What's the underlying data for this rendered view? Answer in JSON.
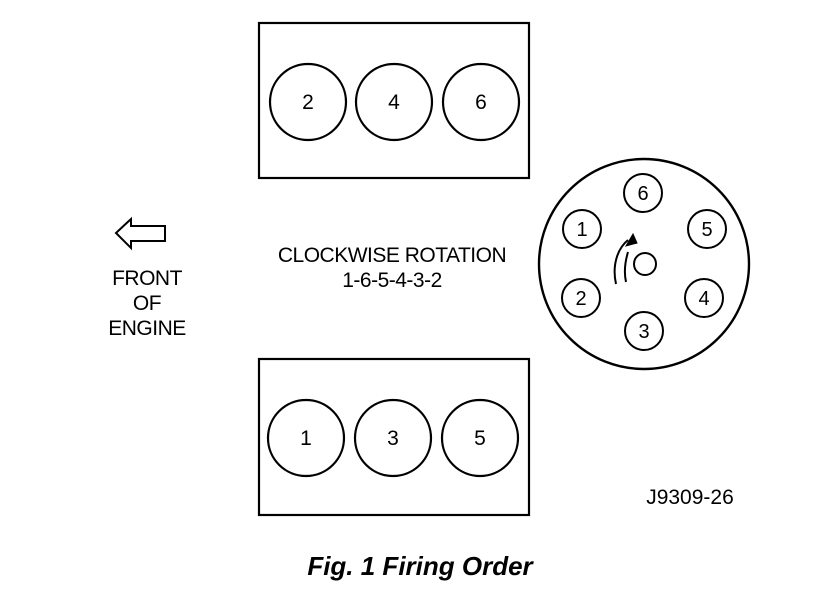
{
  "diagram": {
    "upper_bank": {
      "cylinders": [
        "2",
        "4",
        "6"
      ]
    },
    "lower_bank": {
      "cylinders": [
        "1",
        "3",
        "5"
      ]
    },
    "front_label": {
      "line1": "FRONT",
      "line2": "OF",
      "line3": "ENGINE"
    },
    "rotation": {
      "line1": "CLOCKWISE ROTATION",
      "line2": "1-6-5-4-3-2"
    },
    "distributor": {
      "terminals": {
        "t6": "6",
        "t5": "5",
        "t4": "4",
        "t3": "3",
        "t2": "2",
        "t1": "1"
      }
    },
    "figure_code": "J9309-26"
  },
  "caption": "Fig. 1 Firing Order",
  "colors": {
    "ink": "#000000",
    "paper": "#ffffff"
  },
  "icons": [
    "arrow-left-icon",
    "rotation-arrow-icon"
  ]
}
